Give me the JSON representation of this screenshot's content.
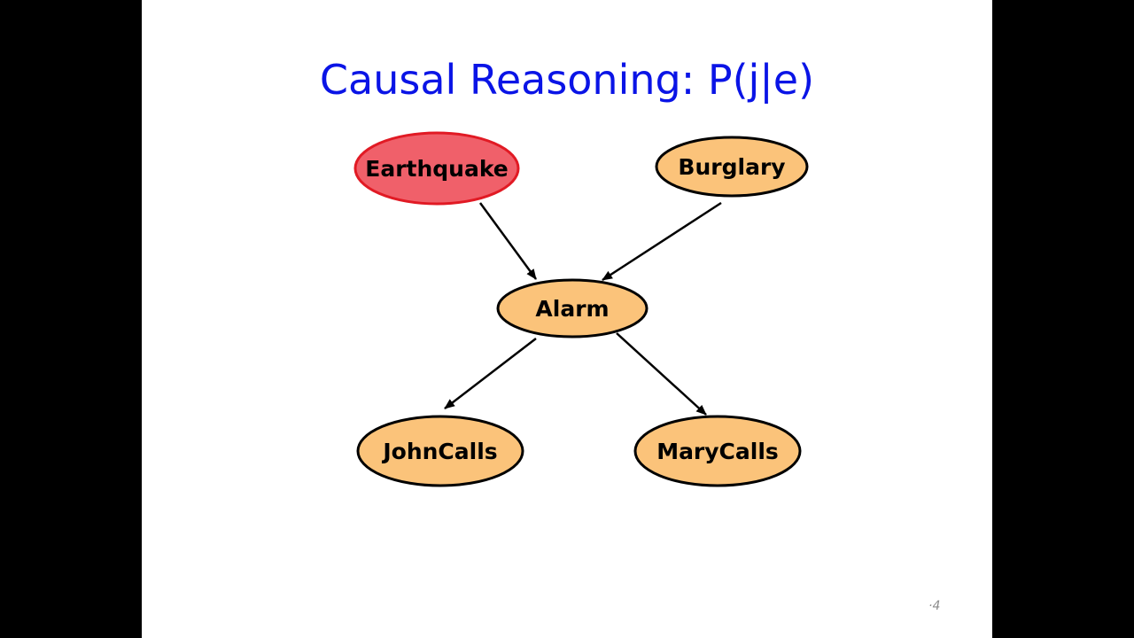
{
  "slide": {
    "title": "Causal Reasoning: P(j|e)",
    "slide_number": "4"
  },
  "colors": {
    "title": "#0a14e6",
    "node_fill": "#fbc37a",
    "evidence_fill": "#f0606a",
    "node_stroke": "#000000",
    "evidence_stroke": "#e11a24"
  },
  "diagram": {
    "nodes": [
      {
        "id": "earthquake",
        "label": "Earthquake",
        "state": "evidence"
      },
      {
        "id": "burglary",
        "label": "Burglary",
        "state": "normal"
      },
      {
        "id": "alarm",
        "label": "Alarm",
        "state": "normal"
      },
      {
        "id": "johncalls",
        "label": "JohnCalls",
        "state": "normal"
      },
      {
        "id": "marycalls",
        "label": "MaryCalls",
        "state": "normal"
      }
    ],
    "edges": [
      {
        "from": "earthquake",
        "to": "alarm"
      },
      {
        "from": "burglary",
        "to": "alarm"
      },
      {
        "from": "alarm",
        "to": "johncalls"
      },
      {
        "from": "alarm",
        "to": "marycalls"
      }
    ]
  }
}
